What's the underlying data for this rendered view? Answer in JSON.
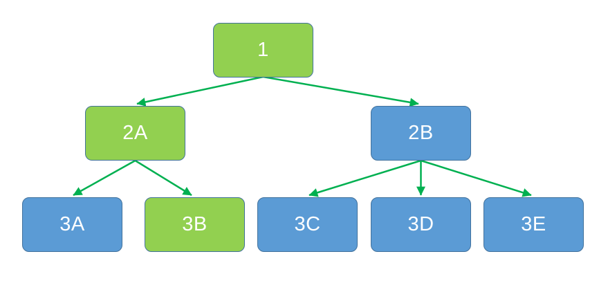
{
  "diagram": {
    "type": "tree",
    "nodes": [
      {
        "id": "1",
        "label": "1",
        "color": "green",
        "level": 1
      },
      {
        "id": "2A",
        "label": "2A",
        "color": "green",
        "level": 2,
        "parent": "1"
      },
      {
        "id": "2B",
        "label": "2B",
        "color": "blue",
        "level": 2,
        "parent": "1"
      },
      {
        "id": "3A",
        "label": "3A",
        "color": "blue",
        "level": 3,
        "parent": "2A"
      },
      {
        "id": "3B",
        "label": "3B",
        "color": "green",
        "level": 3,
        "parent": "2A"
      },
      {
        "id": "3C",
        "label": "3C",
        "color": "blue",
        "level": 3,
        "parent": "2B"
      },
      {
        "id": "3D",
        "label": "3D",
        "color": "blue",
        "level": 3,
        "parent": "2B"
      },
      {
        "id": "3E",
        "label": "3E",
        "color": "blue",
        "level": 3,
        "parent": "2B"
      }
    ],
    "edges": [
      {
        "from": "1",
        "to": "2A"
      },
      {
        "from": "1",
        "to": "2B"
      },
      {
        "from": "2A",
        "to": "3A"
      },
      {
        "from": "2A",
        "to": "3B"
      },
      {
        "from": "2B",
        "to": "3C"
      },
      {
        "from": "2B",
        "to": "3D"
      },
      {
        "from": "2B",
        "to": "3E"
      }
    ],
    "colors": {
      "green": "#92D050",
      "blue": "#5B9BD5",
      "border": "#41719C",
      "arrow": "#00B050",
      "text": "#FFFFFF",
      "background": "#FFFFFF"
    }
  }
}
